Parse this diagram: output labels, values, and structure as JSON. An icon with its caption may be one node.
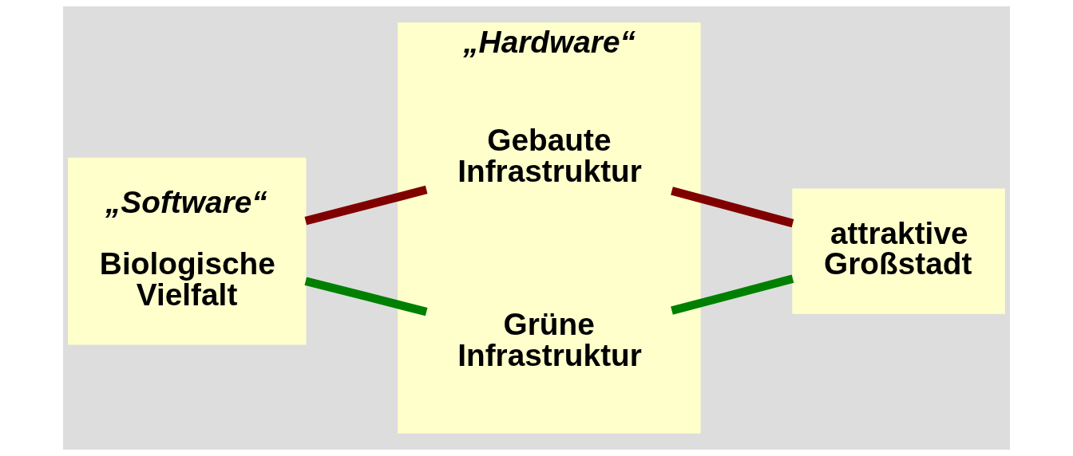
{
  "diagram": {
    "nodes": [
      {
        "text": [
          "„Software“",
          "Biologische Vielfalt"
        ]
      },
      {
        "text": [
          "„Hardware“"
        ]
      },
      {
        "text": [
          "Gebaute Infrastruktur"
        ],
        "in": 1
      },
      {
        "text": [
          "Grüne Infrastruktur"
        ],
        "in": 1
      },
      {
        "text": [
          "attraktive Großstadt"
        ]
      }
    ],
    "edges": [
      {
        "from": 0,
        "to": 2,
        "arrow": "none",
        "color": "#800000"
      },
      {
        "from": 0,
        "to": 3,
        "arrow": "none",
        "color": "#008000"
      },
      {
        "from": 2,
        "to": 4,
        "arrow": "none",
        "color": "#800000"
      },
      {
        "from": 3,
        "to": 4,
        "arrow": "none",
        "color": "#008000"
      }
    ]
  }
}
